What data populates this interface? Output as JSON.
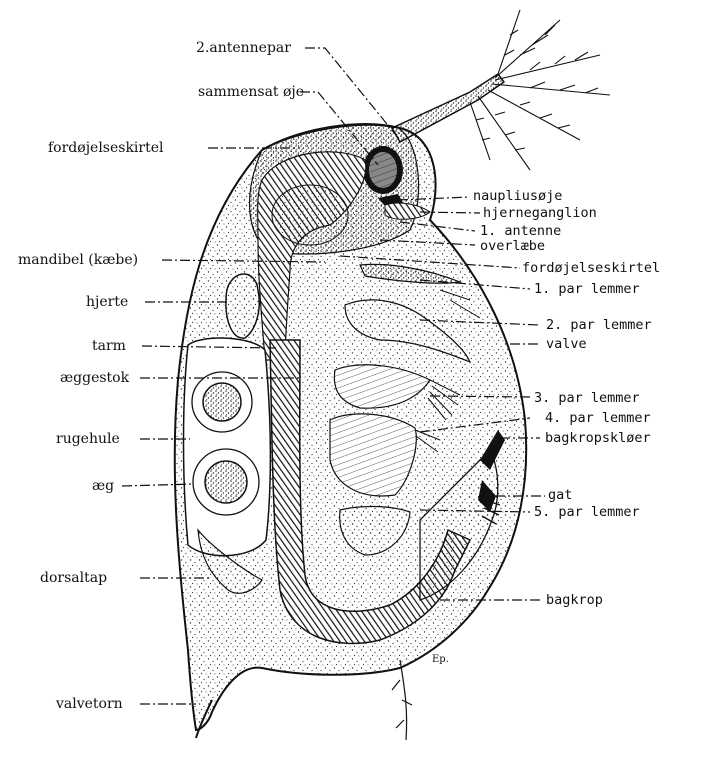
{
  "diagram": {
    "labels": {
      "antennepar2": "2.antennepar",
      "sammensat_oeje": "sammensat øje",
      "fordoejelseskirtel_left": "fordøjelseskirtel",
      "mandibel": "mandibel (kæbe)",
      "hjerte": "hjerte",
      "tarm": "tarm",
      "aeggestok": "æggestok",
      "rugehule": "rugehule",
      "aeg": "æg",
      "dorsaltap": "dorsaltap",
      "valvetorn": "valvetorn",
      "naupliusoeje": "naupliusøje",
      "hjerneganglion": "hjerneganglion",
      "antenne1": "1. antenne",
      "overlaebe": "overlæbe",
      "fordoejelseskirtel_right": "fordøjelseskirtel",
      "lemmer1": "1. par lemmer",
      "lemmer2": "2. par lemmer",
      "valve": "valve",
      "lemmer3": "3. par lemmer",
      "lemmer4": "4. par lemmer",
      "bagkropskloer": "bagkropskløer",
      "gat": "gat",
      "lemmer5": "5. par lemmer",
      "bagkrop": "bagkrop"
    },
    "signature": "Ep."
  },
  "colors": {
    "ink": "#111111",
    "stipple": "#3a3a3a",
    "paper": "#ffffff"
  }
}
